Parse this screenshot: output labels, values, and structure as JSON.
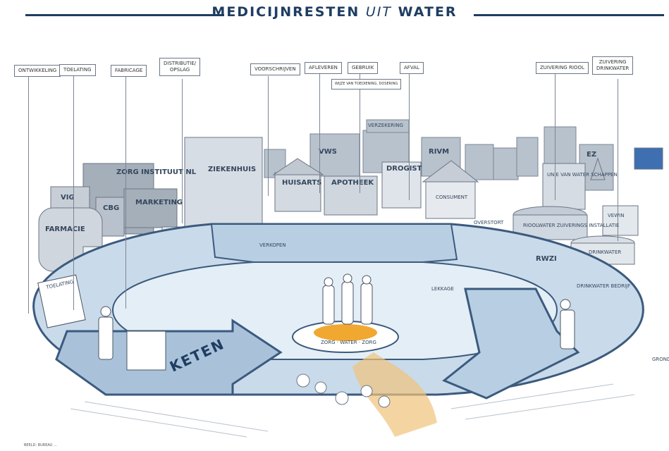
{
  "title": {
    "main": "MEDICIJNRESTEN",
    "italic": "UIT",
    "end": "WATER"
  },
  "stages": [
    "ONTWIKKELING",
    "TOELATING",
    "FABRICAGE",
    "DISTRIBUTIE/\nOPSLAG",
    "VOORSCHRIJVEN",
    "AFLEVEREN",
    "GEBRUIK",
    "AFVAL",
    "ZUIVERING RIOOL",
    "ZUIVERING\nDRINKWATER"
  ],
  "stage_note": "WIJZE VAN TOEDIENING, DOSERING",
  "buildings": {
    "ziekenhuis": "ZIEKENHUIS",
    "zorginstituut": "ZORG INSTITUUT NL",
    "marketing": "MARKETING",
    "vig": "VIG",
    "cbg": "CBG",
    "farmacie": "FARMACIE",
    "vws": "VWS",
    "huisarts": "HUISARTS",
    "apotheek": "APOTHEEK",
    "verzekering": "VERZEKERING",
    "drogist": "DROGIST",
    "rivm": "RIVM",
    "consument": "CONSUMENT",
    "uvw": "UNIE VAN WATER SCHAPPEN",
    "ez": "EZ",
    "vewin": "VEWIN",
    "rioolwater": "RIOOLWATER ZUIVERINGS INSTALLATIE",
    "rwzi": "RWZI",
    "drinkwater": "DRINKWATER BEDRIJF",
    "drinkwater_tank": "DRINKWATER"
  },
  "misc": {
    "keten": "KETEN",
    "toelating": "TOELATING",
    "verkopen": "VERKOPEN",
    "overstort": "OVERSTORT",
    "lekkage": "LEKKAGE",
    "grondwater": "GROND",
    "platform_ring": "ZORG · WATER · ZORG",
    "credit": "BEELD: BUREAU ..."
  },
  "colors": {
    "title": "#1f3d62",
    "platform": "#c9dbea",
    "platform_edge": "#3b5a7e",
    "water": "#d9e8f3",
    "orange": "#f0a830"
  }
}
